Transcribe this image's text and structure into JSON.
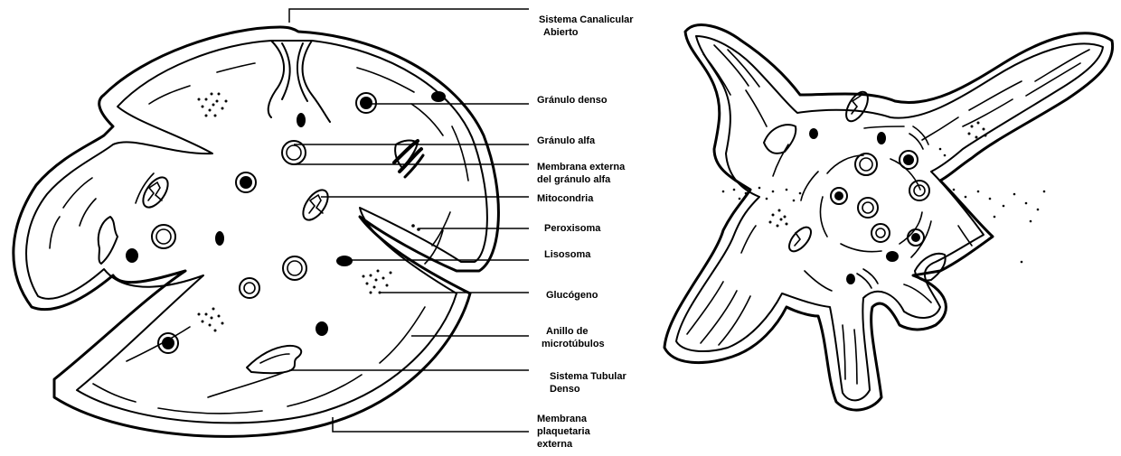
{
  "labels": {
    "canalicular": [
      "Sistema Canalicular",
      "Abierto"
    ],
    "dense_granule": [
      "Gránulo denso"
    ],
    "alpha_granule": [
      "Gránulo alfa"
    ],
    "alpha_membrane": [
      "Membrana externa",
      "del gránulo alfa"
    ],
    "mitochondria": [
      "Mitocondria"
    ],
    "peroxisome": [
      "Peroxisoma"
    ],
    "lysosome": [
      "Lisosoma"
    ],
    "glycogen": [
      "Glucógeno"
    ],
    "microtubule_ring": [
      "Anillo de",
      "microtúbulos"
    ],
    "dense_tubular": [
      "Sistema Tubular",
      "Denso"
    ],
    "outer_membrane": [
      "Membrana",
      "plaquetaria",
      "externa"
    ]
  }
}
